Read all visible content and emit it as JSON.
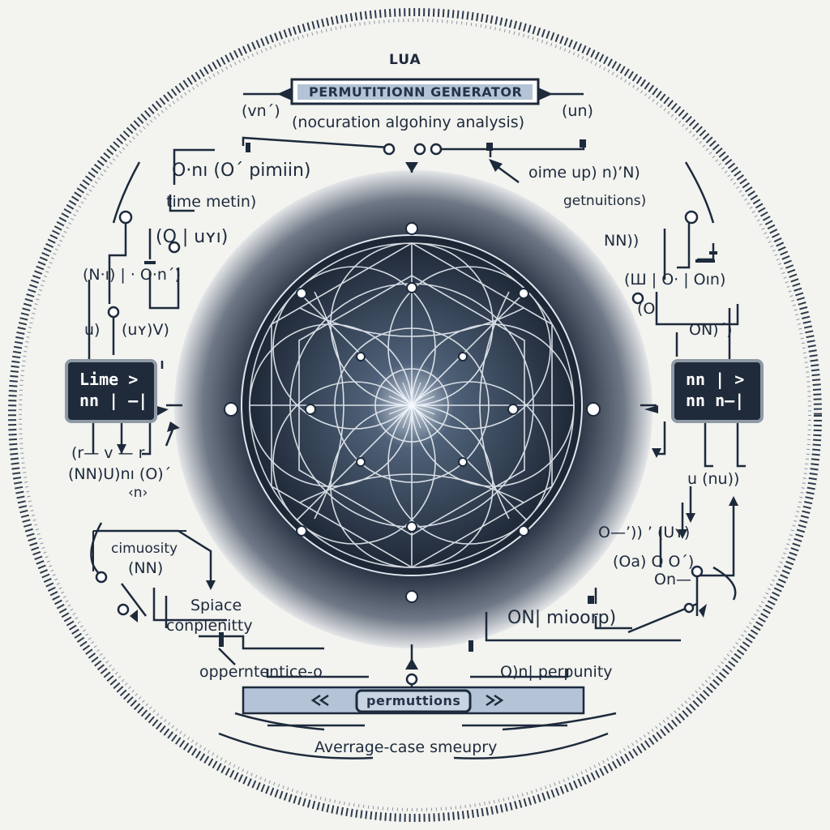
{
  "header": {
    "language": "LUA",
    "banner": "PERMUTITIONN GENERATOR",
    "subtitle": "(nocuration algohiny analysis)"
  },
  "notations": {
    "top_left": "(vn´)",
    "top_right": "(un)",
    "left_1": "O·nı (O´ pimiin)",
    "left_2": "time metin)",
    "left_3": "(O | uʏı)",
    "left_4": "(N·ı) | · O·n´)",
    "left_5": "u)",
    "left_6": "(uʏ)V)",
    "left_7": "(r— v — r",
    "left_8": "(NN)U)nı (O)´",
    "left_9": "‹n›",
    "right_1": "oime up) n)’N)",
    "right_2": "getnuitions)",
    "right_3": "NN))",
    "right_4": "(Ш | O· | Oın)",
    "right_5": "(O",
    "right_6": "ON)´)",
    "right_7": "u (nu))",
    "right_8": "O—’))  ’ (Uʏ)",
    "right_9": "(Oa)  O O´)",
    "right_10": "On—",
    "right_11": "ON| mioorp)",
    "bottom_left": "opperntentice-o",
    "bottom_right": "O)n| perpunity"
  },
  "left_box": {
    "line1": "Lime >",
    "line2": "nn | —|"
  },
  "right_box": {
    "line1": "nn | >",
    "line2": "nn n—|"
  },
  "left_panel": {
    "title_1": "cimuosity",
    "title_2": "(NN)",
    "label_1": "Spiace",
    "label_2": "conplenitty"
  },
  "bottom_banner": "permuttions",
  "footer": "Averrage-case smeupry",
  "colors": {
    "ink": "#1d2a3c",
    "sphere_dark": "#2b3646",
    "banner_fill": "#b4c3d6",
    "box_fill": "#1f2b3a",
    "background": "#f3f3ef"
  }
}
